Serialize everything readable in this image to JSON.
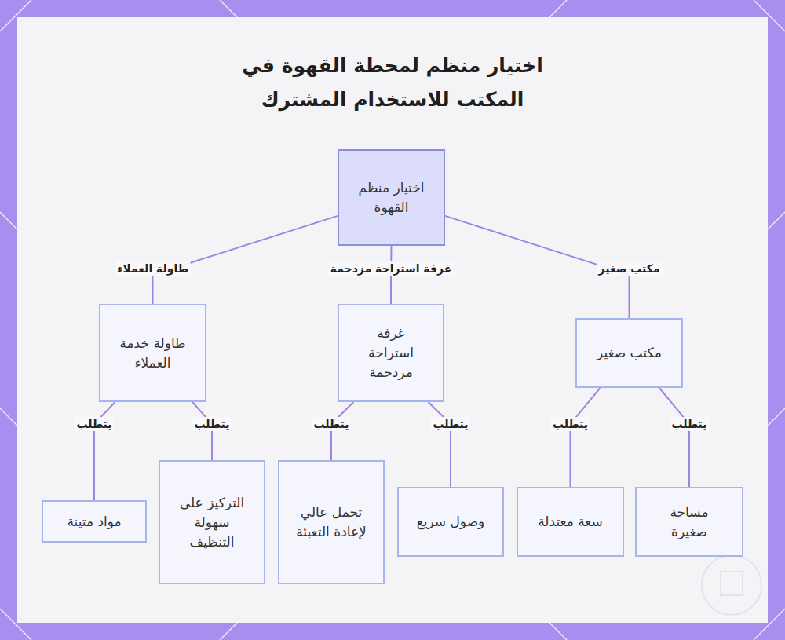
{
  "diagram": {
    "title": "اختيار منظم لمحطة القهوة في المكتب للاستخدام المشترك",
    "nodes": [
      {
        "text": [
          "اختيار منظم القهوة"
        ]
      },
      {
        "text": [
          "مكتب صغير"
        ]
      },
      {
        "text": [
          "غرفة استراحة مزدحمة"
        ]
      },
      {
        "text": [
          "طاولة خدمة العملاء"
        ]
      },
      {
        "text": [
          "مساحة صغيرة"
        ]
      },
      {
        "text": [
          "سعة معتدلة"
        ]
      },
      {
        "text": [
          "وصول سريع"
        ]
      },
      {
        "text": [
          "تحمل عالي لإعادة التعبئة"
        ]
      },
      {
        "text": [
          "التركيز على سهولة التنظيف"
        ]
      },
      {
        "text": [
          "مواد متينة"
        ]
      }
    ],
    "edges": [
      {
        "from": 0,
        "to": 1,
        "label": "مكتب صغير",
        "arrow": "none"
      },
      {
        "from": 0,
        "to": 2,
        "label": "غرفة استراحة مزدحمة",
        "arrow": "none"
      },
      {
        "from": 0,
        "to": 3,
        "label": "طاولة العملاء",
        "arrow": "none"
      },
      {
        "from": 1,
        "to": 4,
        "label": "يتطلب",
        "arrow": "none"
      },
      {
        "from": 1,
        "to": 5,
        "label": "يتطلب",
        "arrow": "none"
      },
      {
        "from": 2,
        "to": 6,
        "label": "يتطلب",
        "arrow": "none"
      },
      {
        "from": 2,
        "to": 7,
        "label": "يتطلب",
        "arrow": "none"
      },
      {
        "from": 3,
        "to": 8,
        "label": "يتطلب",
        "arrow": "none"
      },
      {
        "from": 3,
        "to": 9,
        "label": "يتطلب",
        "arrow": "none"
      }
    ]
  }
}
